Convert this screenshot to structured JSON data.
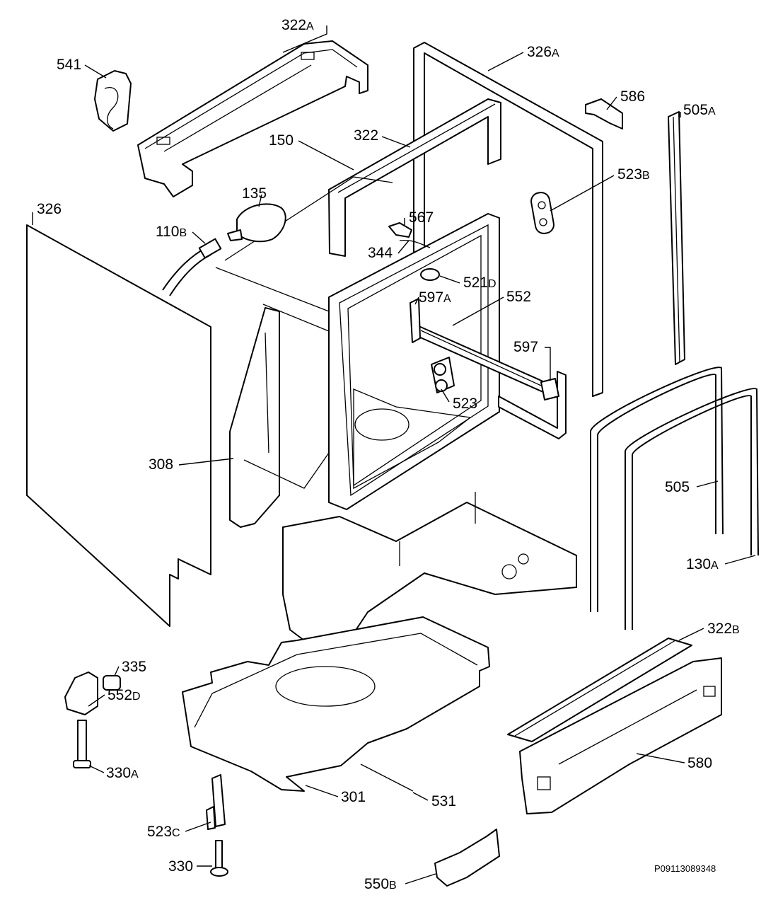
{
  "diagram": {
    "code": "P09113089348",
    "labels": [
      {
        "id": "lbl-322a",
        "num": "322",
        "suffix": "A"
      },
      {
        "id": "lbl-541",
        "num": "541",
        "suffix": ""
      },
      {
        "id": "lbl-326a",
        "num": "326",
        "suffix": "A"
      },
      {
        "id": "lbl-586",
        "num": "586",
        "suffix": ""
      },
      {
        "id": "lbl-505a",
        "num": "505",
        "suffix": "A"
      },
      {
        "id": "lbl-150",
        "num": "150",
        "suffix": ""
      },
      {
        "id": "lbl-322",
        "num": "322",
        "suffix": ""
      },
      {
        "id": "lbl-523b",
        "num": "523",
        "suffix": "B"
      },
      {
        "id": "lbl-135",
        "num": "135",
        "suffix": ""
      },
      {
        "id": "lbl-326",
        "num": "326",
        "suffix": ""
      },
      {
        "id": "lbl-110b",
        "num": "110",
        "suffix": "B"
      },
      {
        "id": "lbl-567",
        "num": "567",
        "suffix": ""
      },
      {
        "id": "lbl-344",
        "num": "344",
        "suffix": ""
      },
      {
        "id": "lbl-521d",
        "num": "521",
        "suffix": "D"
      },
      {
        "id": "lbl-597a",
        "num": "597",
        "suffix": "A"
      },
      {
        "id": "lbl-552",
        "num": "552",
        "suffix": ""
      },
      {
        "id": "lbl-597",
        "num": "597",
        "suffix": ""
      },
      {
        "id": "lbl-523",
        "num": "523",
        "suffix": ""
      },
      {
        "id": "lbl-308",
        "num": "308",
        "suffix": ""
      },
      {
        "id": "lbl-505",
        "num": "505",
        "suffix": ""
      },
      {
        "id": "lbl-130a",
        "num": "130",
        "suffix": "A"
      },
      {
        "id": "lbl-322b",
        "num": "322",
        "suffix": "B"
      },
      {
        "id": "lbl-335",
        "num": "335",
        "suffix": ""
      },
      {
        "id": "lbl-552d",
        "num": "552",
        "suffix": "D"
      },
      {
        "id": "lbl-330a",
        "num": "330",
        "suffix": "A"
      },
      {
        "id": "lbl-580",
        "num": "580",
        "suffix": ""
      },
      {
        "id": "lbl-301",
        "num": "301",
        "suffix": ""
      },
      {
        "id": "lbl-531",
        "num": "531",
        "suffix": ""
      },
      {
        "id": "lbl-523c",
        "num": "523",
        "suffix": "C"
      },
      {
        "id": "lbl-330",
        "num": "330",
        "suffix": ""
      },
      {
        "id": "lbl-550b",
        "num": "550",
        "suffix": "B"
      }
    ]
  }
}
